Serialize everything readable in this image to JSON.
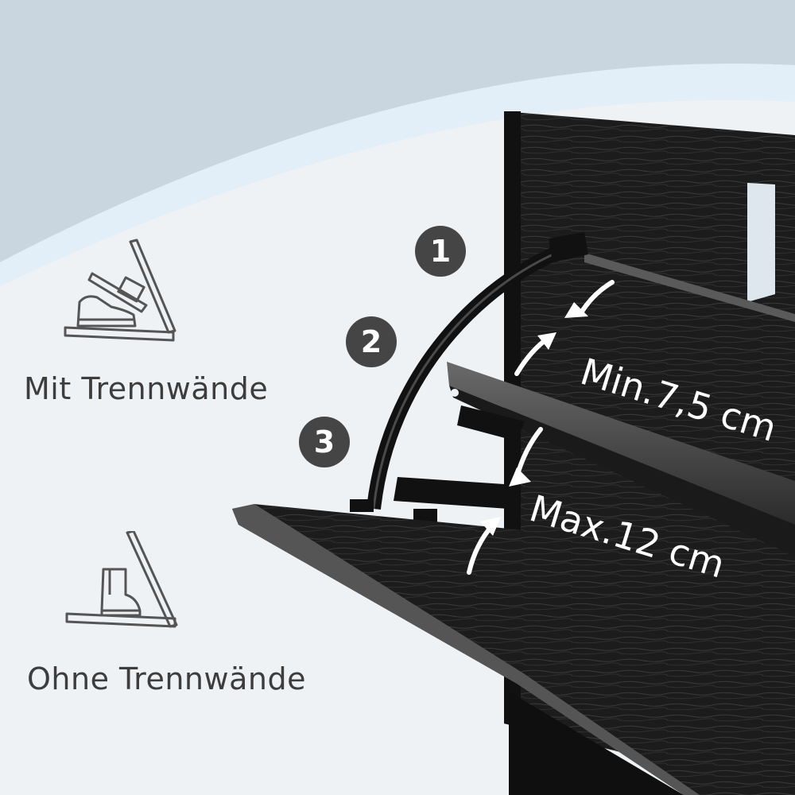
{
  "labels": {
    "with_dividers": "Mit Trennwände",
    "without_dividers": "Ohne Trennwände"
  },
  "steps": [
    "1",
    "2",
    "3"
  ],
  "dimensions": {
    "min": "Min.7,5 cm",
    "max": "Max.12 cm"
  },
  "icons": {
    "with_dividers": "sneaker-shelf-icon",
    "without_dividers": "boot-shelf-icon"
  },
  "colors": {
    "background_top": "#c9d6df",
    "background_main": "#eef2f5",
    "wave": "#e2eef8",
    "cabinet": "#1d1d1d",
    "badge": "#454545",
    "label_text": "#3d3d3d"
  }
}
